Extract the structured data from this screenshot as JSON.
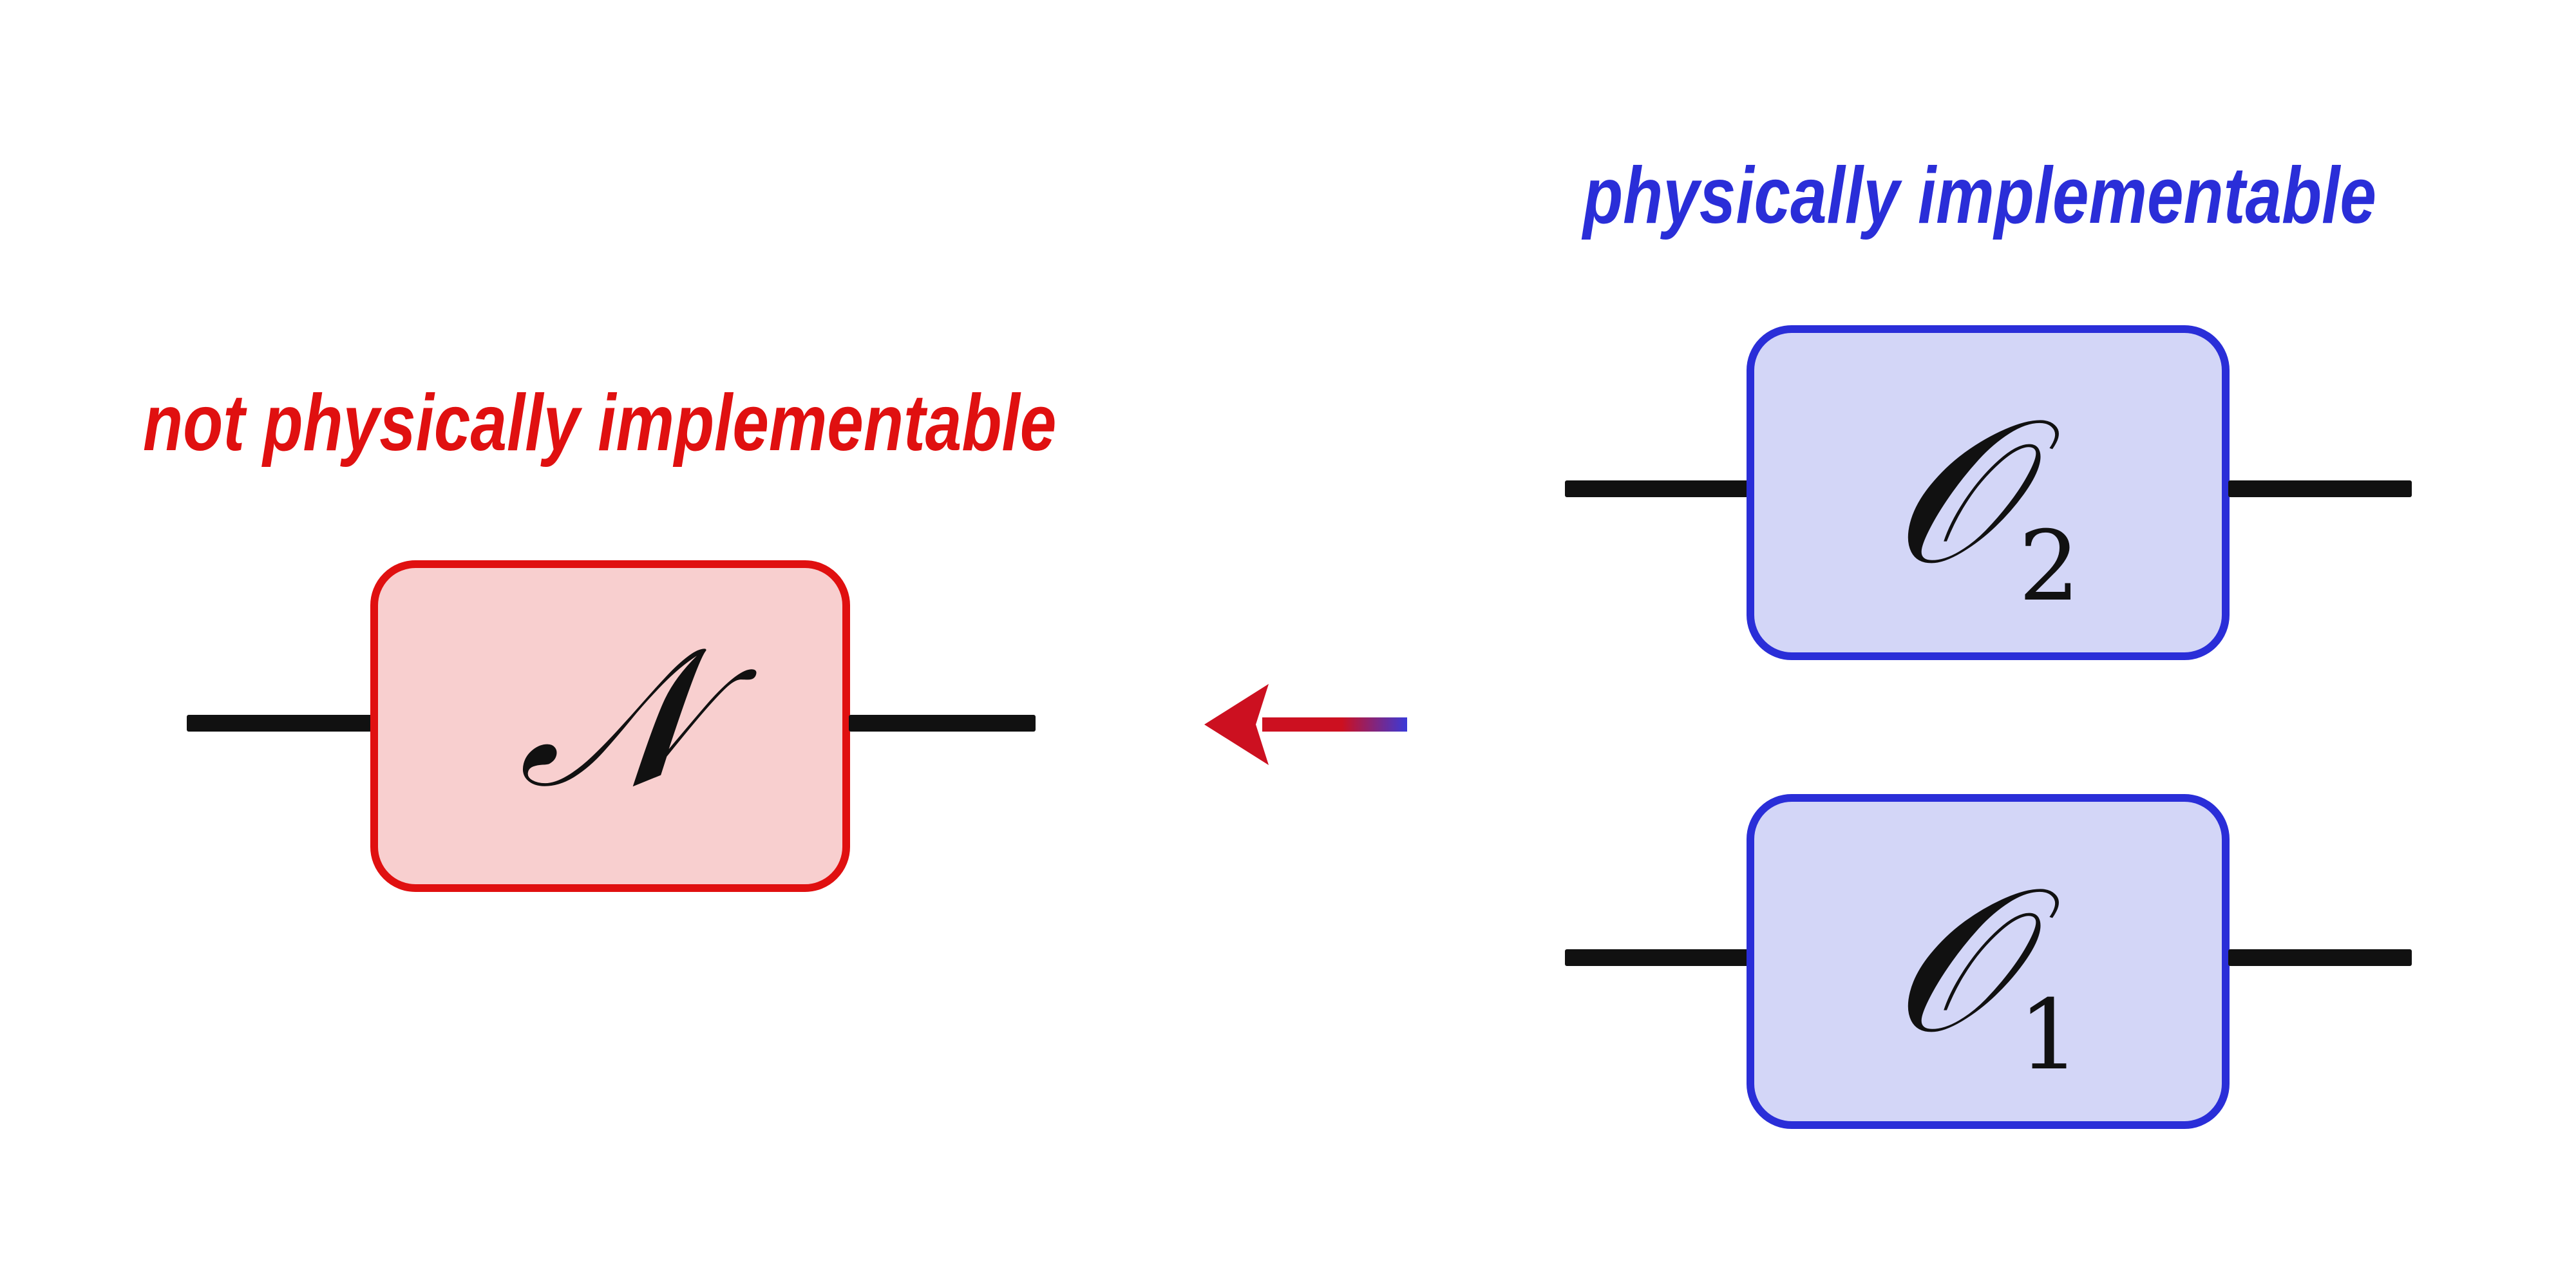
{
  "colors": {
    "not_implementable": "#e01010",
    "not_implementable_fill": "#f8cfcf",
    "implementable": "#2a2ed8",
    "implementable_fill": "#d3d6f7",
    "wire": "#111111"
  },
  "left": {
    "caption": "not physically implementable",
    "box_symbol": "𝒩"
  },
  "right": {
    "caption": "physically implementable",
    "top_box": {
      "symbol": "𝒪",
      "subscript": "2"
    },
    "bottom_box": {
      "symbol": "𝒪",
      "subscript": "1"
    }
  },
  "arrow": {
    "direction": "left",
    "head_color": "#cc1020",
    "tail_color": "#3a3ad8"
  }
}
